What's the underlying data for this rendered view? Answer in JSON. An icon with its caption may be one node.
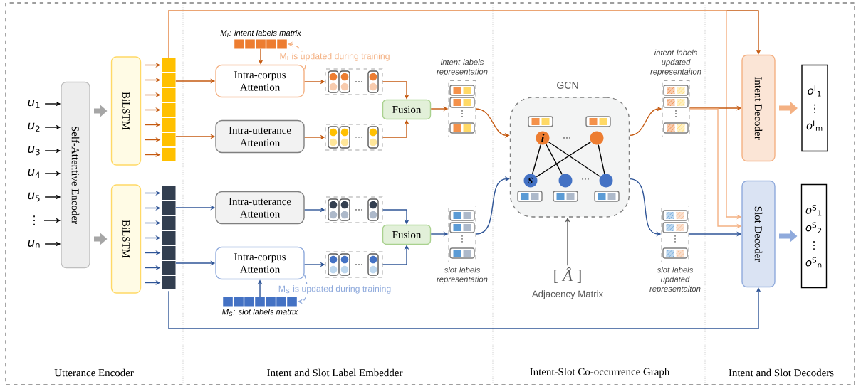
{
  "diagram": {
    "nodes": [
      {
        "text": [
          "*u*$_{1}$"
        ]
      },
      {
        "text": [
          "*u*$_{2}$"
        ]
      },
      {
        "text": [
          "*u*$_{3}$"
        ]
      },
      {
        "text": [
          "*u*$_{4}$"
        ]
      },
      {
        "text": [
          "*u*$_{5}$"
        ]
      },
      {
        "text": [
          "⋮"
        ]
      },
      {
        "text": [
          "*u*$_{n}$"
        ]
      },
      {
        "text": [
          "Self-Attentive Encoder"
        ]
      },
      {
        "text": [
          "BiLSTM"
        ]
      },
      {
        "text": [
          "BiLSTM"
        ]
      },
      {
        "text": [],
        "shape": "bar"
      },
      {
        "text": [],
        "shape": "bar"
      },
      {
        "text": [
          "M$_{I}$: intent labels matrix"
        ]
      },
      {
        "text": [
          "Intra-corpus Attention"
        ]
      },
      {
        "text": [
          "Intra-utterance Attention"
        ]
      },
      {
        "text": [],
        "shape": "box"
      },
      {
        "text": [],
        "shape": "box"
      },
      {
        "text": [
          "Fusion"
        ]
      },
      {
        "text": [],
        "shape": "box",
        "beside": [
          "intent labels representation"
        ]
      },
      {
        "text": [
          "Intra-utterance Attention"
        ]
      },
      {
        "text": [
          "Intra-corpus Attention"
        ]
      },
      {
        "text": [
          "M$_{S}$: slot labels matrix"
        ]
      },
      {
        "text": [],
        "shape": "box"
      },
      {
        "text": [],
        "shape": "box"
      },
      {
        "text": [
          "Fusion"
        ]
      },
      {
        "text": [],
        "shape": "box",
        "beside": [
          "slot labels representation"
        ]
      },
      {
        "text": [
          "GCN"
        ]
      },
      {
        "text": [
          "i"
        ],
        "in": 26
      },
      {
        "text": [],
        "shape": "circle",
        "in": 26
      },
      {
        "text": [
          "s"
        ],
        "in": 26
      },
      {
        "text": [],
        "shape": "circle",
        "in": 26
      },
      {
        "text": [],
        "shape": "circle",
        "in": 26
      },
      {
        "text": [
          "[ *Â* ]",
          "Adjacency Matrix"
        ]
      },
      {
        "text": [],
        "shape": "box",
        "beside": [
          "intent labels updated representaiton"
        ]
      },
      {
        "text": [],
        "shape": "box",
        "beside": [
          "slot labels updated representaiton"
        ]
      },
      {
        "text": [
          "Intent Decoder"
        ]
      },
      {
        "text": [
          "Slot Decoder"
        ]
      },
      {
        "text": [
          "*o*$^{I}$$_{1}$",
          "⋮",
          "*o*$^{I}$$_{m}$"
        ]
      },
      {
        "text": [
          "*o*$^{S}$$_{1}$",
          "*o*$^{S}$$_{2}$",
          "⋮",
          "*o*$^{S}$$_{n}$"
        ]
      }
    ],
    "edges": [
      {
        "from": 0,
        "to": 7,
        "arrow": "to",
        "color": "#000000"
      },
      {
        "from": 1,
        "to": 7,
        "arrow": "to",
        "color": "#000000"
      },
      {
        "from": 2,
        "to": 7,
        "arrow": "to",
        "color": "#000000"
      },
      {
        "from": 3,
        "to": 7,
        "arrow": "to",
        "color": "#000000"
      },
      {
        "from": 4,
        "to": 7,
        "arrow": "to",
        "color": "#000000"
      },
      {
        "from": 5,
        "to": 7,
        "arrow": "to",
        "color": "#000000"
      },
      {
        "from": 6,
        "to": 7,
        "arrow": "to",
        "color": "#000000"
      },
      {
        "from": 7,
        "to": 8,
        "arrow": "to",
        "style": "thick",
        "color": "#a6a6a6"
      },
      {
        "from": 7,
        "to": 9,
        "arrow": "to",
        "style": "thick",
        "color": "#a6a6a6"
      },
      {
        "from": 8,
        "to": 10,
        "arrow": "to",
        "color": "#c55a11"
      },
      {
        "from": 8,
        "to": 10,
        "arrow": "to",
        "color": "#c55a11"
      },
      {
        "from": 8,
        "to": 10,
        "arrow": "to",
        "color": "#c55a11"
      },
      {
        "from": 8,
        "to": 10,
        "arrow": "to",
        "color": "#c55a11"
      },
      {
        "from": 8,
        "to": 10,
        "arrow": "to",
        "color": "#c55a11"
      },
      {
        "from": 8,
        "to": 10,
        "arrow": "to",
        "color": "#c55a11"
      },
      {
        "from": 8,
        "to": 10,
        "arrow": "to",
        "color": "#c55a11"
      },
      {
        "from": 9,
        "to": 11,
        "arrow": "to",
        "color": "#2f5597"
      },
      {
        "from": 9,
        "to": 11,
        "arrow": "to",
        "color": "#2f5597"
      },
      {
        "from": 9,
        "to": 11,
        "arrow": "to",
        "color": "#2f5597"
      },
      {
        "from": 9,
        "to": 11,
        "arrow": "to",
        "color": "#2f5597"
      },
      {
        "from": 9,
        "to": 11,
        "arrow": "to",
        "color": "#2f5597"
      },
      {
        "from": 9,
        "to": 11,
        "arrow": "to",
        "color": "#2f5597"
      },
      {
        "from": 9,
        "to": 11,
        "arrow": "to",
        "color": "#2f5597"
      },
      {
        "from": 10,
        "to": 13,
        "arrow": "to",
        "color": "#c55a11"
      },
      {
        "from": 10,
        "to": 14,
        "arrow": "to",
        "color": "#c55a11"
      },
      {
        "from": 11,
        "to": 19,
        "arrow": "to",
        "color": "#2f5597"
      },
      {
        "from": 11,
        "to": 20,
        "arrow": "to",
        "color": "#2f5597"
      },
      {
        "from": 12,
        "to": 13,
        "arrow": "to",
        "color": "#c55a11"
      },
      {
        "from": 13,
        "to": 12,
        "arrow": "to",
        "style": "dashed",
        "color": "#f4b183",
        "label": "M$_{I}$ is updated during training"
      },
      {
        "from": 13,
        "to": 15,
        "arrow": "to",
        "color": "#c55a11"
      },
      {
        "from": 14,
        "to": 16,
        "arrow": "to",
        "color": "#c55a11"
      },
      {
        "from": 15,
        "to": 17,
        "arrow": "to",
        "color": "#c55a11"
      },
      {
        "from": 16,
        "to": 17,
        "arrow": "to",
        "color": "#c55a11"
      },
      {
        "from": 17,
        "to": 18,
        "arrow": "to",
        "color": "#c55a11"
      },
      {
        "from": 18,
        "to": 26,
        "arrow": "to",
        "color": "#c55a11"
      },
      {
        "from": 21,
        "to": 20,
        "arrow": "to",
        "color": "#2f5597"
      },
      {
        "from": 20,
        "to": 21,
        "arrow": "to",
        "style": "dashed",
        "color": "#8faadc",
        "label": "M$_{S}$ is updated during training"
      },
      {
        "from": 19,
        "to": 22,
        "arrow": "to",
        "color": "#2f5597"
      },
      {
        "from": 20,
        "to": 23,
        "arrow": "to",
        "color": "#2f5597"
      },
      {
        "from": 22,
        "to": 24,
        "arrow": "to",
        "color": "#2f5597"
      },
      {
        "from": 23,
        "to": 24,
        "arrow": "to",
        "color": "#2f5597"
      },
      {
        "from": 24,
        "to": 25,
        "arrow": "to",
        "color": "#2f5597"
      },
      {
        "from": 25,
        "to": 26,
        "arrow": "to",
        "color": "#2f5597"
      },
      {
        "from": 27,
        "to": 29,
        "arrow": "none",
        "color": "#000000"
      },
      {
        "from": 27,
        "to": 30,
        "arrow": "none",
        "color": "#000000"
      },
      {
        "from": 27,
        "to": 31,
        "arrow": "none",
        "color": "#000000"
      },
      {
        "from": 28,
        "to": 29,
        "arrow": "none",
        "color": "#000000"
      },
      {
        "from": 28,
        "to": 31,
        "arrow": "none",
        "color": "#000000"
      },
      {
        "from": 32,
        "to": 26,
        "arrow": "to",
        "color": "#595959"
      },
      {
        "from": 26,
        "to": 33,
        "arrow": "to",
        "color": "#c55a11"
      },
      {
        "from": 26,
        "to": 34,
        "arrow": "to",
        "color": "#2f5597"
      },
      {
        "from": 10,
        "to": 35,
        "arrow": "to",
        "color": "#c55a11"
      },
      {
        "from": 10,
        "to": 36,
        "arrow": "to",
        "color": "#f4b183"
      },
      {
        "from": 33,
        "to": 35,
        "arrow": "to",
        "color": "#c55a11"
      },
      {
        "from": 33,
        "to": 36,
        "arrow": "to",
        "color": "#f4b183"
      },
      {
        "from": 34,
        "to": 36,
        "arrow": "to",
        "color": "#2f5597"
      },
      {
        "from": 11,
        "to": 36,
        "arrow": "to",
        "color": "#2f5597"
      },
      {
        "from": 35,
        "to": 37,
        "arrow": "to",
        "style": "thick",
        "color": "#f4b183"
      },
      {
        "from": 36,
        "to": 38,
        "arrow": "to",
        "style": "thick",
        "color": "#8faadc"
      }
    ],
    "labels": [
      "Utterance Encoder",
      "Intent and Slot Label Embedder",
      "Intent-Slot Co-occurrence Graph",
      "Intent and Slot Decoders"
    ]
  }
}
